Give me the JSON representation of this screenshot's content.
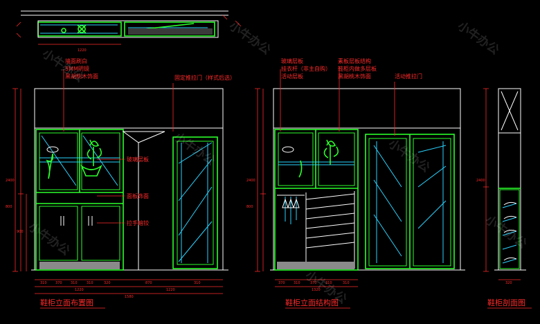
{
  "watermark": "小牛办公",
  "top_section": {
    "width_label": "1220"
  },
  "panel_left": {
    "title": "鞋柜立面布置图",
    "annotations": {
      "top_stack": [
        "墙面刷白",
        "5MM明镜",
        "黑胡桃木饰面"
      ],
      "sliding_door": "固定推拉门（样式后选）",
      "glass_shelf": "玻璃层板",
      "base_panel": "面板饰面",
      "handle": "拉手暗铰"
    },
    "dims_bottom": [
      "310",
      "370",
      "310",
      "310",
      "320",
      "870",
      "310"
    ],
    "dims_total_left": "1220",
    "dims_total_right": "1220",
    "dims_grand_total": "1580",
    "dims_left_side": [
      "2400",
      "800",
      "900"
    ]
  },
  "panel_mid": {
    "title": "鞋柜立面结构图",
    "annotations": {
      "left_stack": [
        "玻璃层板",
        "挂衣杆（非主自购）",
        "活动层板"
      ],
      "right_stack": [
        "素板层板结构",
        "鞋柜内做多层板",
        "黑胡桃木饰面"
      ],
      "sliding_door": "活动推拉门"
    },
    "dims_bottom": [
      "370",
      "310",
      "370",
      "310",
      "310"
    ],
    "dims_total": "1320",
    "dims_left_side": [
      "2400",
      "800"
    ]
  },
  "panel_right": {
    "title": "鞋柜剖面图",
    "dims_left_side": [
      "2400"
    ],
    "dims_bottom": [
      "320"
    ]
  }
}
